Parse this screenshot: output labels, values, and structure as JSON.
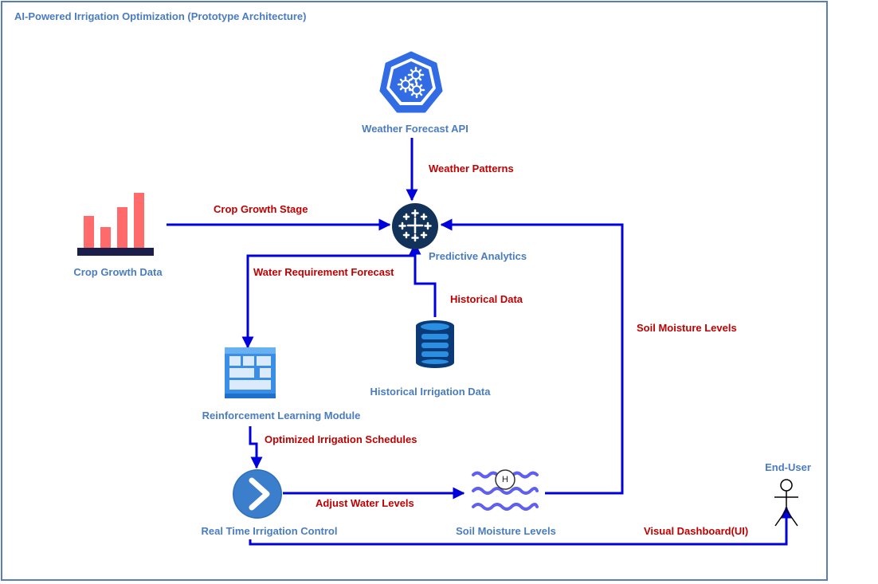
{
  "title": "AI-Powered Irrigation Optimization (Prototype Architecture)",
  "nodes": {
    "weather_api": "Weather Forecast API",
    "predictive_analytics": "Predictive Analytics",
    "crop_growth": "Crop Growth Data",
    "historical": "Historical Irrigation Data",
    "rl_module": "Reinforcement Learning Module",
    "rt_control": "Real Time Irrigation Control",
    "soil_moisture": "Soil Moisture Levels",
    "end_user": "End-User"
  },
  "edges": {
    "weather_patterns": "Weather Patterns",
    "crop_growth_stage": "Crop Growth Stage",
    "water_requirement": "Water Requirement Forecast",
    "historical_data": "Historical Data",
    "soil_moisture_levels": "Soil Moisture Levels",
    "optimized_schedules": "Optimized Irrigation Schedules",
    "adjust_water": "Adjust Water Levels",
    "visual_dashboard": "Visual Dashboard(UI)"
  },
  "sensor_glyph": "H",
  "colors": {
    "frame": "#5b7db5",
    "node_text": "#4a7cc0",
    "edge_text": "#c00000",
    "wire": "#0000dd"
  }
}
